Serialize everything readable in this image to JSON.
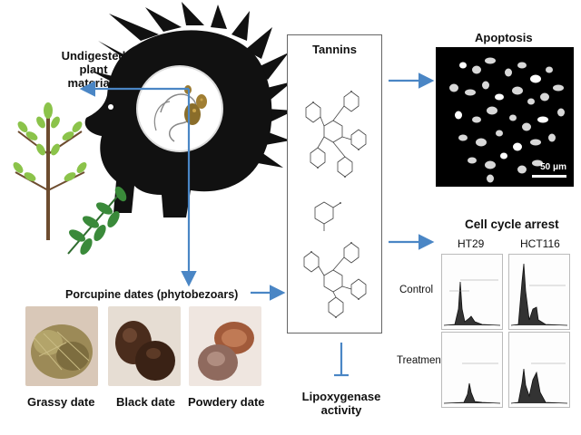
{
  "labels": {
    "undigested": "Undigested plant materials",
    "porcupine_dates": "Porcupine dates (phytobezoars)",
    "tannins": "Tannins",
    "apoptosis": "Apoptosis",
    "cell_cycle": "Cell cycle arrest",
    "lipoxygenase": "Lipoxygenase activity",
    "scale_bar": "50 μm"
  },
  "date_types": [
    "Grassy date",
    "Black date",
    "Powdery date"
  ],
  "cell_lines": [
    "HT29",
    "HCT116"
  ],
  "conditions": [
    "Control",
    "Treatment"
  ],
  "colors": {
    "arrow": "#4a86c5",
    "porcupine": "#111111",
    "plant_green": "#7cb342",
    "plant_stem": "#6d4c2f",
    "panel_border": "#555555"
  },
  "icons": [
    "porcupine-silhouette",
    "plant-branch-icon",
    "leaf-sprig-icon"
  ]
}
